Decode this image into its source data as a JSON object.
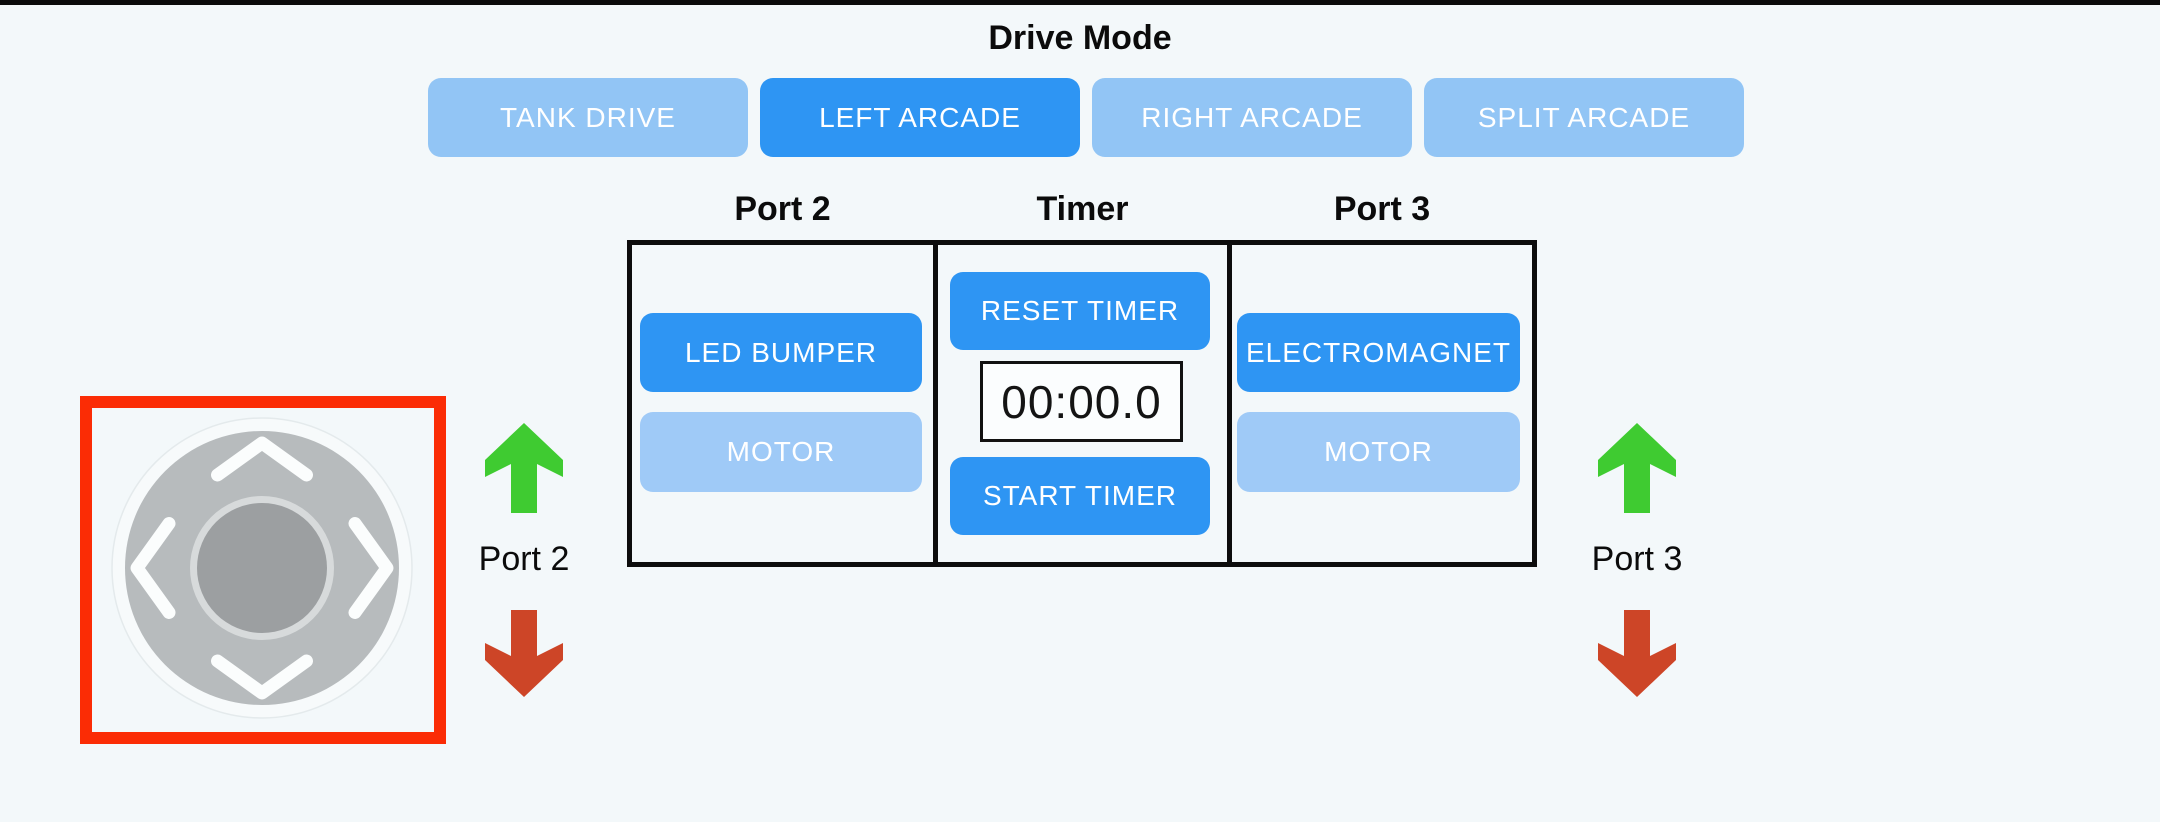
{
  "colors": {
    "background": "#f3f8fa",
    "active_blue": "#2e95f3",
    "inactive_blue": "#92c5f5",
    "motor_inactive_blue": "#9fcaf7",
    "green_arrow": "#3fcb31",
    "red_arrow": "#cd4527",
    "joystick_frame_red": "#fb2c05",
    "panel_border_black": "#0d0d0d"
  },
  "drive_mode": {
    "title": "Drive Mode",
    "buttons": [
      {
        "label": "TANK DRIVE",
        "active": false
      },
      {
        "label": "LEFT ARCADE",
        "active": true
      },
      {
        "label": "RIGHT ARCADE",
        "active": false
      },
      {
        "label": "SPLIT ARCADE",
        "active": false
      }
    ]
  },
  "device_panel": {
    "port2": {
      "header": "Port 2",
      "buttons": [
        {
          "label": "LED BUMPER",
          "active": true
        },
        {
          "label": "MOTOR",
          "active": false
        }
      ]
    },
    "timer": {
      "header": "Timer",
      "reset_button": "RESET TIMER",
      "display_value": "00:00.0",
      "start_button": "START TIMER"
    },
    "port3": {
      "header": "Port 3",
      "buttons": [
        {
          "label": "ELECTROMAGNET",
          "active": true
        },
        {
          "label": "MOTOR",
          "active": false
        }
      ]
    }
  },
  "joystick": {
    "icon": "joystick-dpad-icon",
    "highlighted": true
  },
  "port_indicators": [
    {
      "label": "Port 2",
      "up_icon": "green-up-arrow-icon",
      "down_icon": "red-down-arrow-icon"
    },
    {
      "label": "Port 3",
      "up_icon": "green-up-arrow-icon",
      "down_icon": "red-down-arrow-icon"
    }
  ]
}
